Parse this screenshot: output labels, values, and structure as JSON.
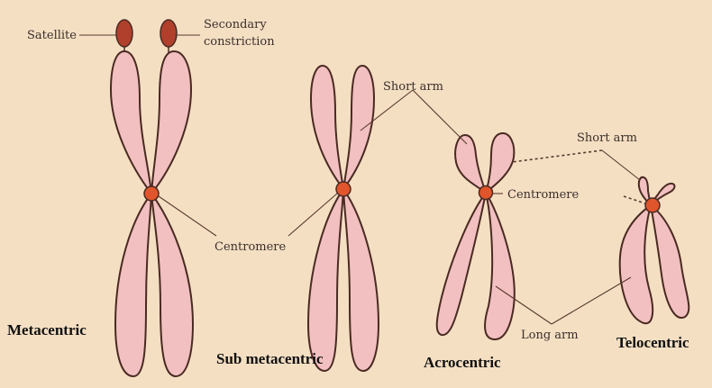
{
  "labels": {
    "satellite": "Satellite",
    "secondary_constriction_line1": "Secondary",
    "secondary_constriction_line2": "constriction",
    "short_arm_1": "Short arm",
    "short_arm_2": "Short arm",
    "centromere_1": "Centromere",
    "centromere_2": "Centromere",
    "long_arm": "Long arm"
  },
  "types": {
    "metacentric": "Metacentric",
    "sub_metacentric": "Sub metacentric",
    "acrocentric": "Acrocentric",
    "telocentric": "Telocentric"
  },
  "colors": {
    "background": "#f4dfc3",
    "chromatid_fill": "#f2c0c0",
    "chromatid_outline": "#4a2a22",
    "centromere": "#e0552b",
    "satellite": "#b0402c"
  }
}
